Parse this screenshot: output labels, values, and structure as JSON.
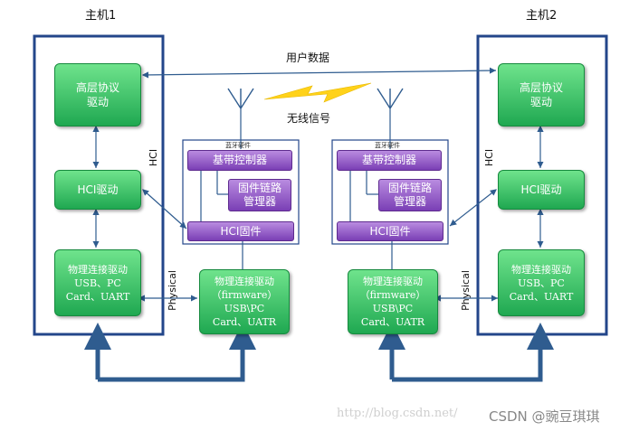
{
  "host1": {
    "title": "主机1",
    "upper_driver": [
      "高层协议",
      "驱动"
    ],
    "hci_driver": "HCI驱动",
    "phys_driver": [
      "物理连接驱动",
      "USB、PC",
      "Card、UART"
    ],
    "hci_label": "HCI",
    "physical_label": "Physical"
  },
  "host2": {
    "title": "主机2",
    "upper_driver": [
      "高层协议",
      "驱动"
    ],
    "hci_driver": "HCI驱动",
    "phys_driver": [
      "物理连接驱动",
      "USB、PC",
      "Card、UART"
    ],
    "hci_label": "HCI",
    "physical_label": "Physical"
  },
  "bt1": {
    "title": "蓝牙硬件",
    "baseband": "基带控制器",
    "link_manager": [
      "固件链路",
      "管理器"
    ],
    "hci_firmware": "HCI固件",
    "phys_firmware": [
      "物理连接驱动",
      "（firmware）",
      "USB\\PC",
      "Card、UATR"
    ]
  },
  "bt2": {
    "title": "蓝牙硬件",
    "baseband": "基带控制器",
    "link_manager": [
      "固件链路",
      "管理器"
    ],
    "hci_firmware": "HCI固件",
    "phys_firmware": [
      "物理连接驱动",
      "（firmware）",
      "USB\\PC",
      "Card、UATR"
    ]
  },
  "user_data": "用户数据",
  "wireless": "无线信号",
  "watermark": "http://blog.csdn.net/",
  "credit": "CSDN @豌豆琪琪",
  "colors": {
    "frame": "#23468a",
    "arrow": "#2f5c8f",
    "green_top": "#6fe38c",
    "green_bottom": "#1fa851",
    "purple_top": "#b98be0",
    "purple_bottom": "#7a3fb5",
    "lightning": "#ffd21a"
  }
}
